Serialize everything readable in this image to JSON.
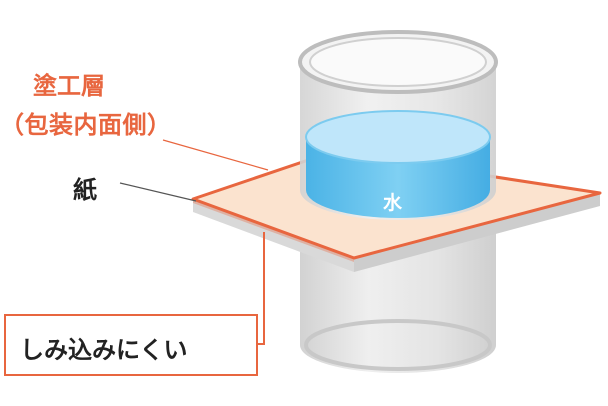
{
  "labels": {
    "coating_line1": "塗工層",
    "coating_line2": "（包装内面側）",
    "paper": "紙",
    "water": "水",
    "result": "しみ込みにくい"
  },
  "colors": {
    "accent": "#e8663f",
    "paper_face": "#fbe3cf",
    "water": "#5fc3ee",
    "cylinder": "#e6e6e6"
  }
}
